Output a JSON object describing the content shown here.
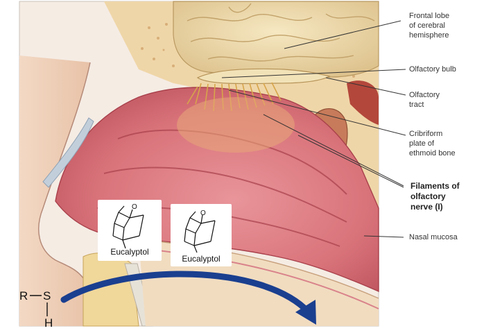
{
  "figure": {
    "labels": {
      "frontal_lobe": "Frontal lobe\nof cerebral\nhemisphere",
      "olfactory_bulb": "Olfactory bulb",
      "olfactory_tract": "Olfactory\ntract",
      "cribriform_plate": "Cribriform\nplate of\nethmoid bone",
      "filaments": "Filaments of\nolfactory\nnerve (I)",
      "nasal_mucosa": "Nasal mucosa"
    },
    "molecules": [
      {
        "name": "Eucalyptol",
        "atom": "O"
      },
      {
        "name": "Eucalyptol",
        "atom": "O"
      }
    ],
    "thiol": {
      "r": "R",
      "s": "S",
      "h": "H"
    }
  },
  "colors": {
    "mucosa": "#d9737a",
    "mucosa_dark": "#a8404b",
    "brain": "#ecd9a8",
    "bone": "#e9c68a",
    "arrow": "#1a3f8f"
  }
}
